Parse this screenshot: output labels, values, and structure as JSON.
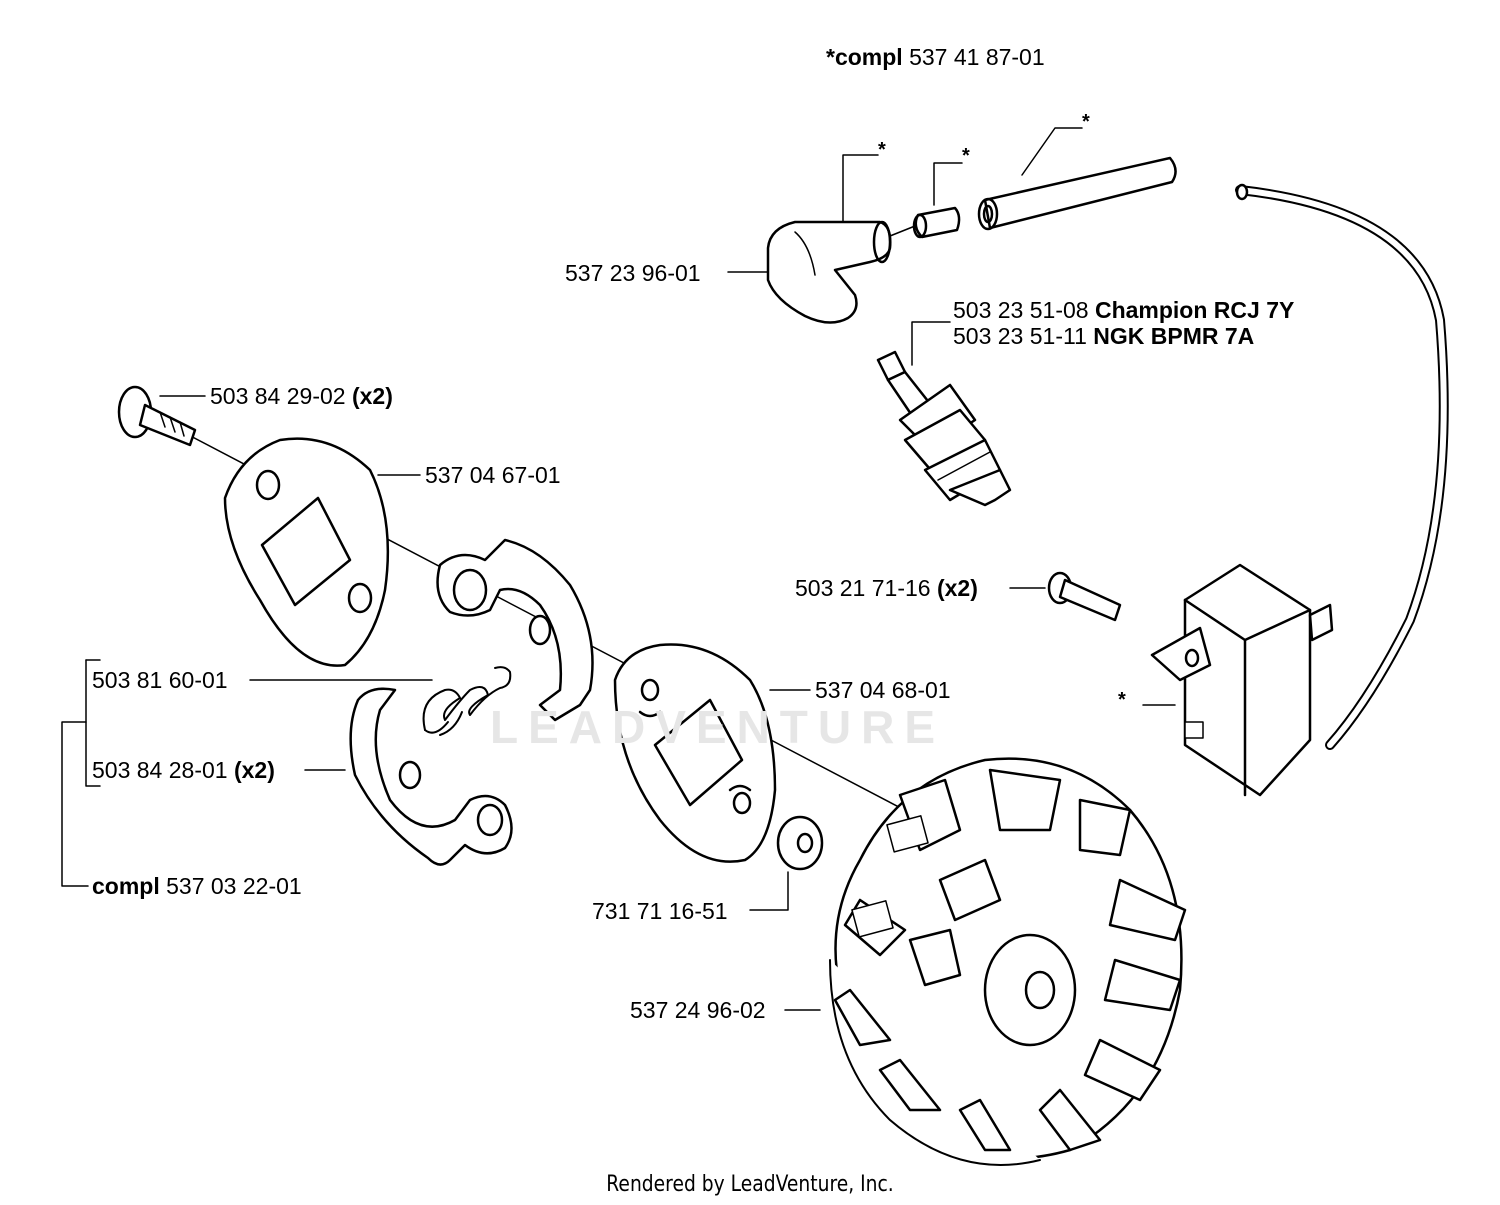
{
  "title": {
    "prefix": "*compl",
    "number": "537 41 87-01"
  },
  "asterisk": "*",
  "parts": {
    "boot": "537 23 96-01",
    "plug_champion_num": "503 23 51-08",
    "plug_champion_name": "Champion RCJ 7Y",
    "plug_ngk_num": "503 23 51-11",
    "plug_ngk_name": "NGK BPMR 7A",
    "screw": "503 84 29-02",
    "screw_qty": "(x2)",
    "plate_upper": "537 04 67-01",
    "ignition_screw": "503 21 71-16",
    "ignition_screw_qty": "(x2)",
    "spring": "503 81 60-01",
    "shoe": "503 84 28-01",
    "shoe_qty": "(x2)",
    "plate_lower": "537 04 68-01",
    "clutch_compl_prefix": "compl",
    "clutch_compl_num": "537 03 22-01",
    "washer": "731 71 16-51",
    "flywheel": "537 24 96-02"
  },
  "watermark": "LEADVENTURE",
  "footer": "Rendered by LeadVenture, Inc."
}
